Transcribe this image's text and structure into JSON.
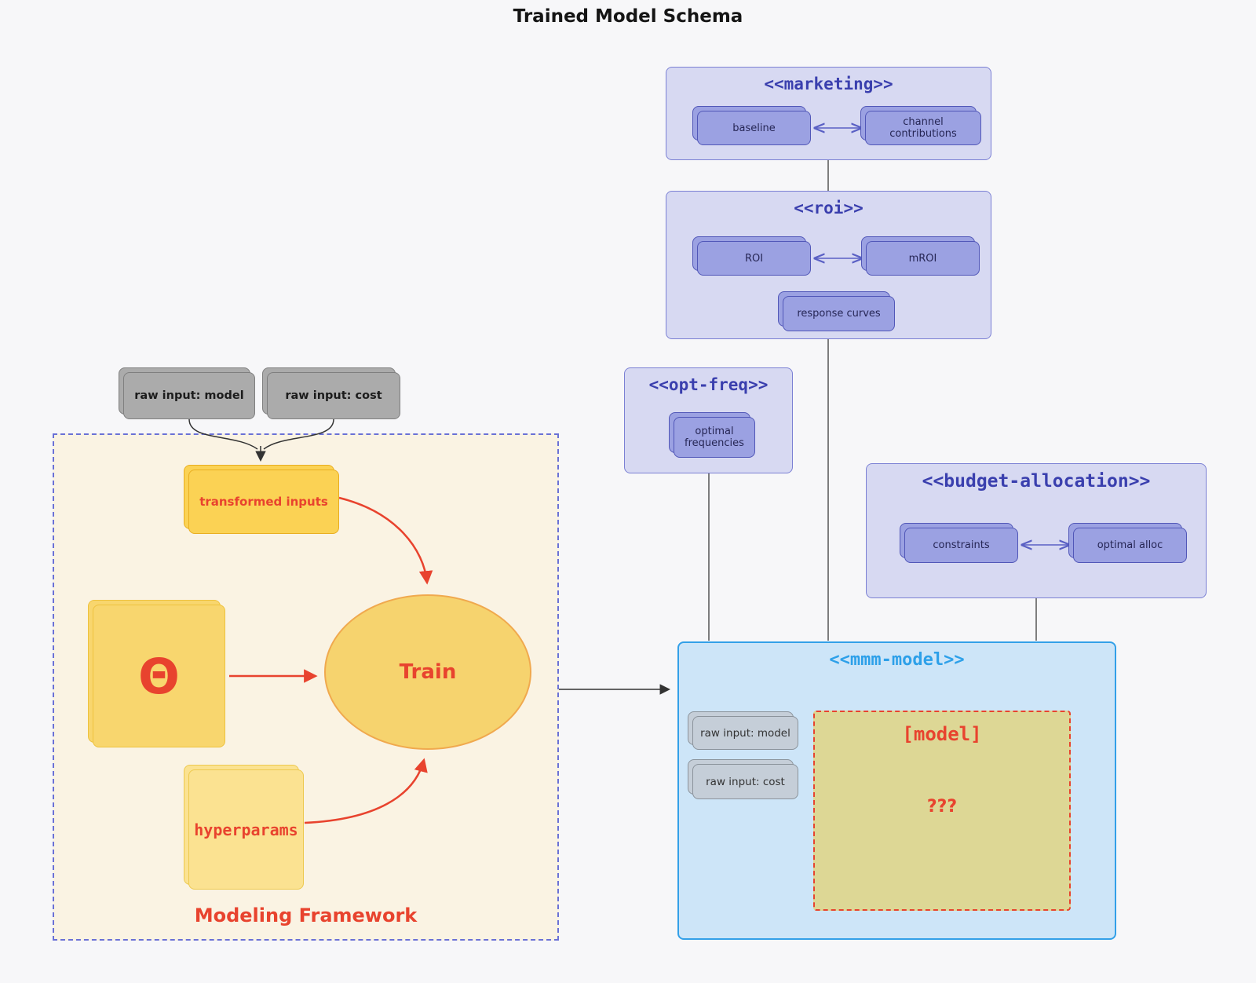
{
  "page_title": "Trained Model Schema",
  "external_inputs": {
    "raw_model": "raw input: model",
    "raw_cost": "raw input: cost"
  },
  "clusters": {
    "marketing": {
      "label": "<<marketing>>",
      "nodes": {
        "baseline": "baseline",
        "channel_contributions": "channel contributions"
      }
    },
    "roi": {
      "label": "<<roi>>",
      "nodes": {
        "roi": "ROI",
        "mroi": "mROI",
        "response_curves": "response curves"
      }
    },
    "opt_freq": {
      "label": "<<opt-freq>>",
      "nodes": {
        "optimal_frequencies": "optimal frequencies"
      }
    },
    "budget_allocation": {
      "label": "<<budget-allocation>>",
      "nodes": {
        "constraints": "constraints",
        "optimal_alloc": "optimal alloc"
      }
    },
    "mmm_model": {
      "label": "<<mmm-model>>",
      "nodes": {
        "raw_model": "raw input: model",
        "raw_cost": "raw input: cost",
        "model": "[model]",
        "model_unknown": "???"
      }
    },
    "modeling_framework": {
      "label": "Modeling Framework",
      "nodes": {
        "transformed_inputs": "transformed inputs",
        "theta": "Θ",
        "hyperparams": "hyperparams",
        "train": "Train"
      }
    }
  },
  "colors": {
    "red_accent": "#e8432e",
    "purple_cluster_bg": "#d7d9f2",
    "purple_cluster_border": "#7b80d4",
    "purple_node_fill": "#9ba1e2",
    "purple_title_text": "#3a3fae",
    "mmm_cluster_bg": "#cde5f8",
    "mmm_border": "#33a0e8",
    "mmm_title_text": "#2da0e9",
    "framework_bg": "#faf3e3",
    "model_box_fill": "#ddd795",
    "yellow_node_fill": "#fbd254",
    "gray_node_fill": "#ababab"
  }
}
